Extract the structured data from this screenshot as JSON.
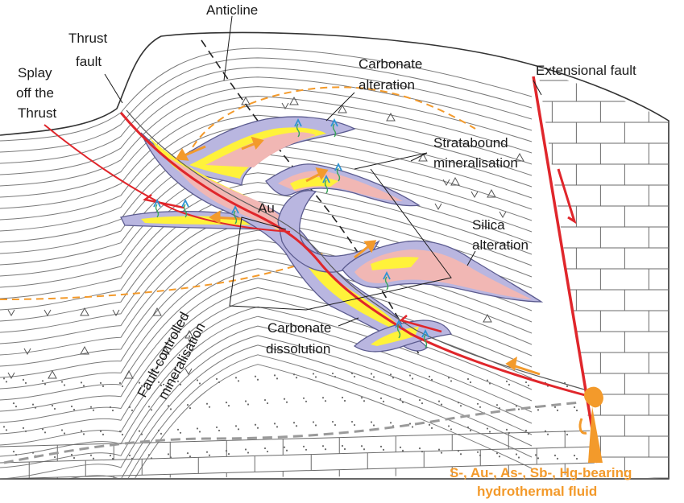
{
  "labels": {
    "anticline": "Anticline",
    "thrust_fault_1": "Thrust",
    "thrust_fault_2": "fault",
    "splay_1": "Splay",
    "splay_2": "off the",
    "splay_3": "Thrust",
    "carbonate_alteration_1": "Carbonate",
    "carbonate_alteration_2": "alteration",
    "extensional_fault": "Extensional fault",
    "stratabound_1": "Stratabound",
    "stratabound_2": "mineralisation",
    "gold": "Au",
    "silica_1": "Silica",
    "silica_2": "alteration",
    "carbonate_dissolution_1": "Carbonate",
    "carbonate_dissolution_2": "dissolution",
    "fault_controlled_1": "Fault-controlled",
    "fault_controlled_2": "mineralisation",
    "fluid_1": "S-, Au-, As-, Sb-, Hg-bearing",
    "fluid_2": "hydrothermal fluid"
  },
  "colors": {
    "fault_red": "#e0262b",
    "fluid_orange": "#f39a2b",
    "mineral_yellow": "#fff23a",
    "silica_pink": "#f1b7b4",
    "carbonate_lavender": "#b9b6e0",
    "carbonate_outline": "#5b5b8f",
    "bedding_gray": "#7a7a7a",
    "arrow_blue": "#2f93d3",
    "arrow_green": "#3aa55a"
  }
}
